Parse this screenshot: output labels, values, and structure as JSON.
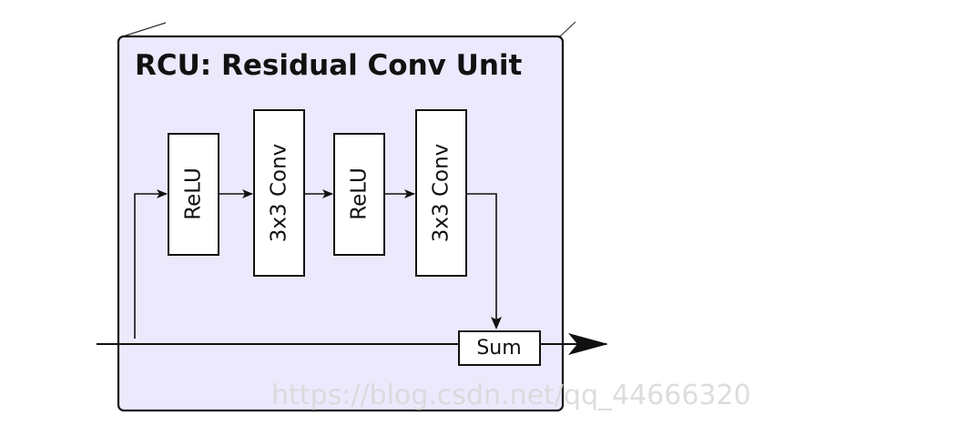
{
  "diagram": {
    "title": "RCU: Residual Conv Unit",
    "blocks": [
      {
        "label": "ReLU"
      },
      {
        "label": "3x3 Conv"
      },
      {
        "label": "ReLU"
      },
      {
        "label": "3x3 Conv"
      }
    ],
    "sum_label": "Sum"
  },
  "watermark": "https://blog.csdn.net/qq_44666320",
  "colors": {
    "panel_fill": "#ece9fd",
    "stroke": "#111111",
    "block_fill": "#ffffff",
    "watermark": "#d8d8d8"
  }
}
